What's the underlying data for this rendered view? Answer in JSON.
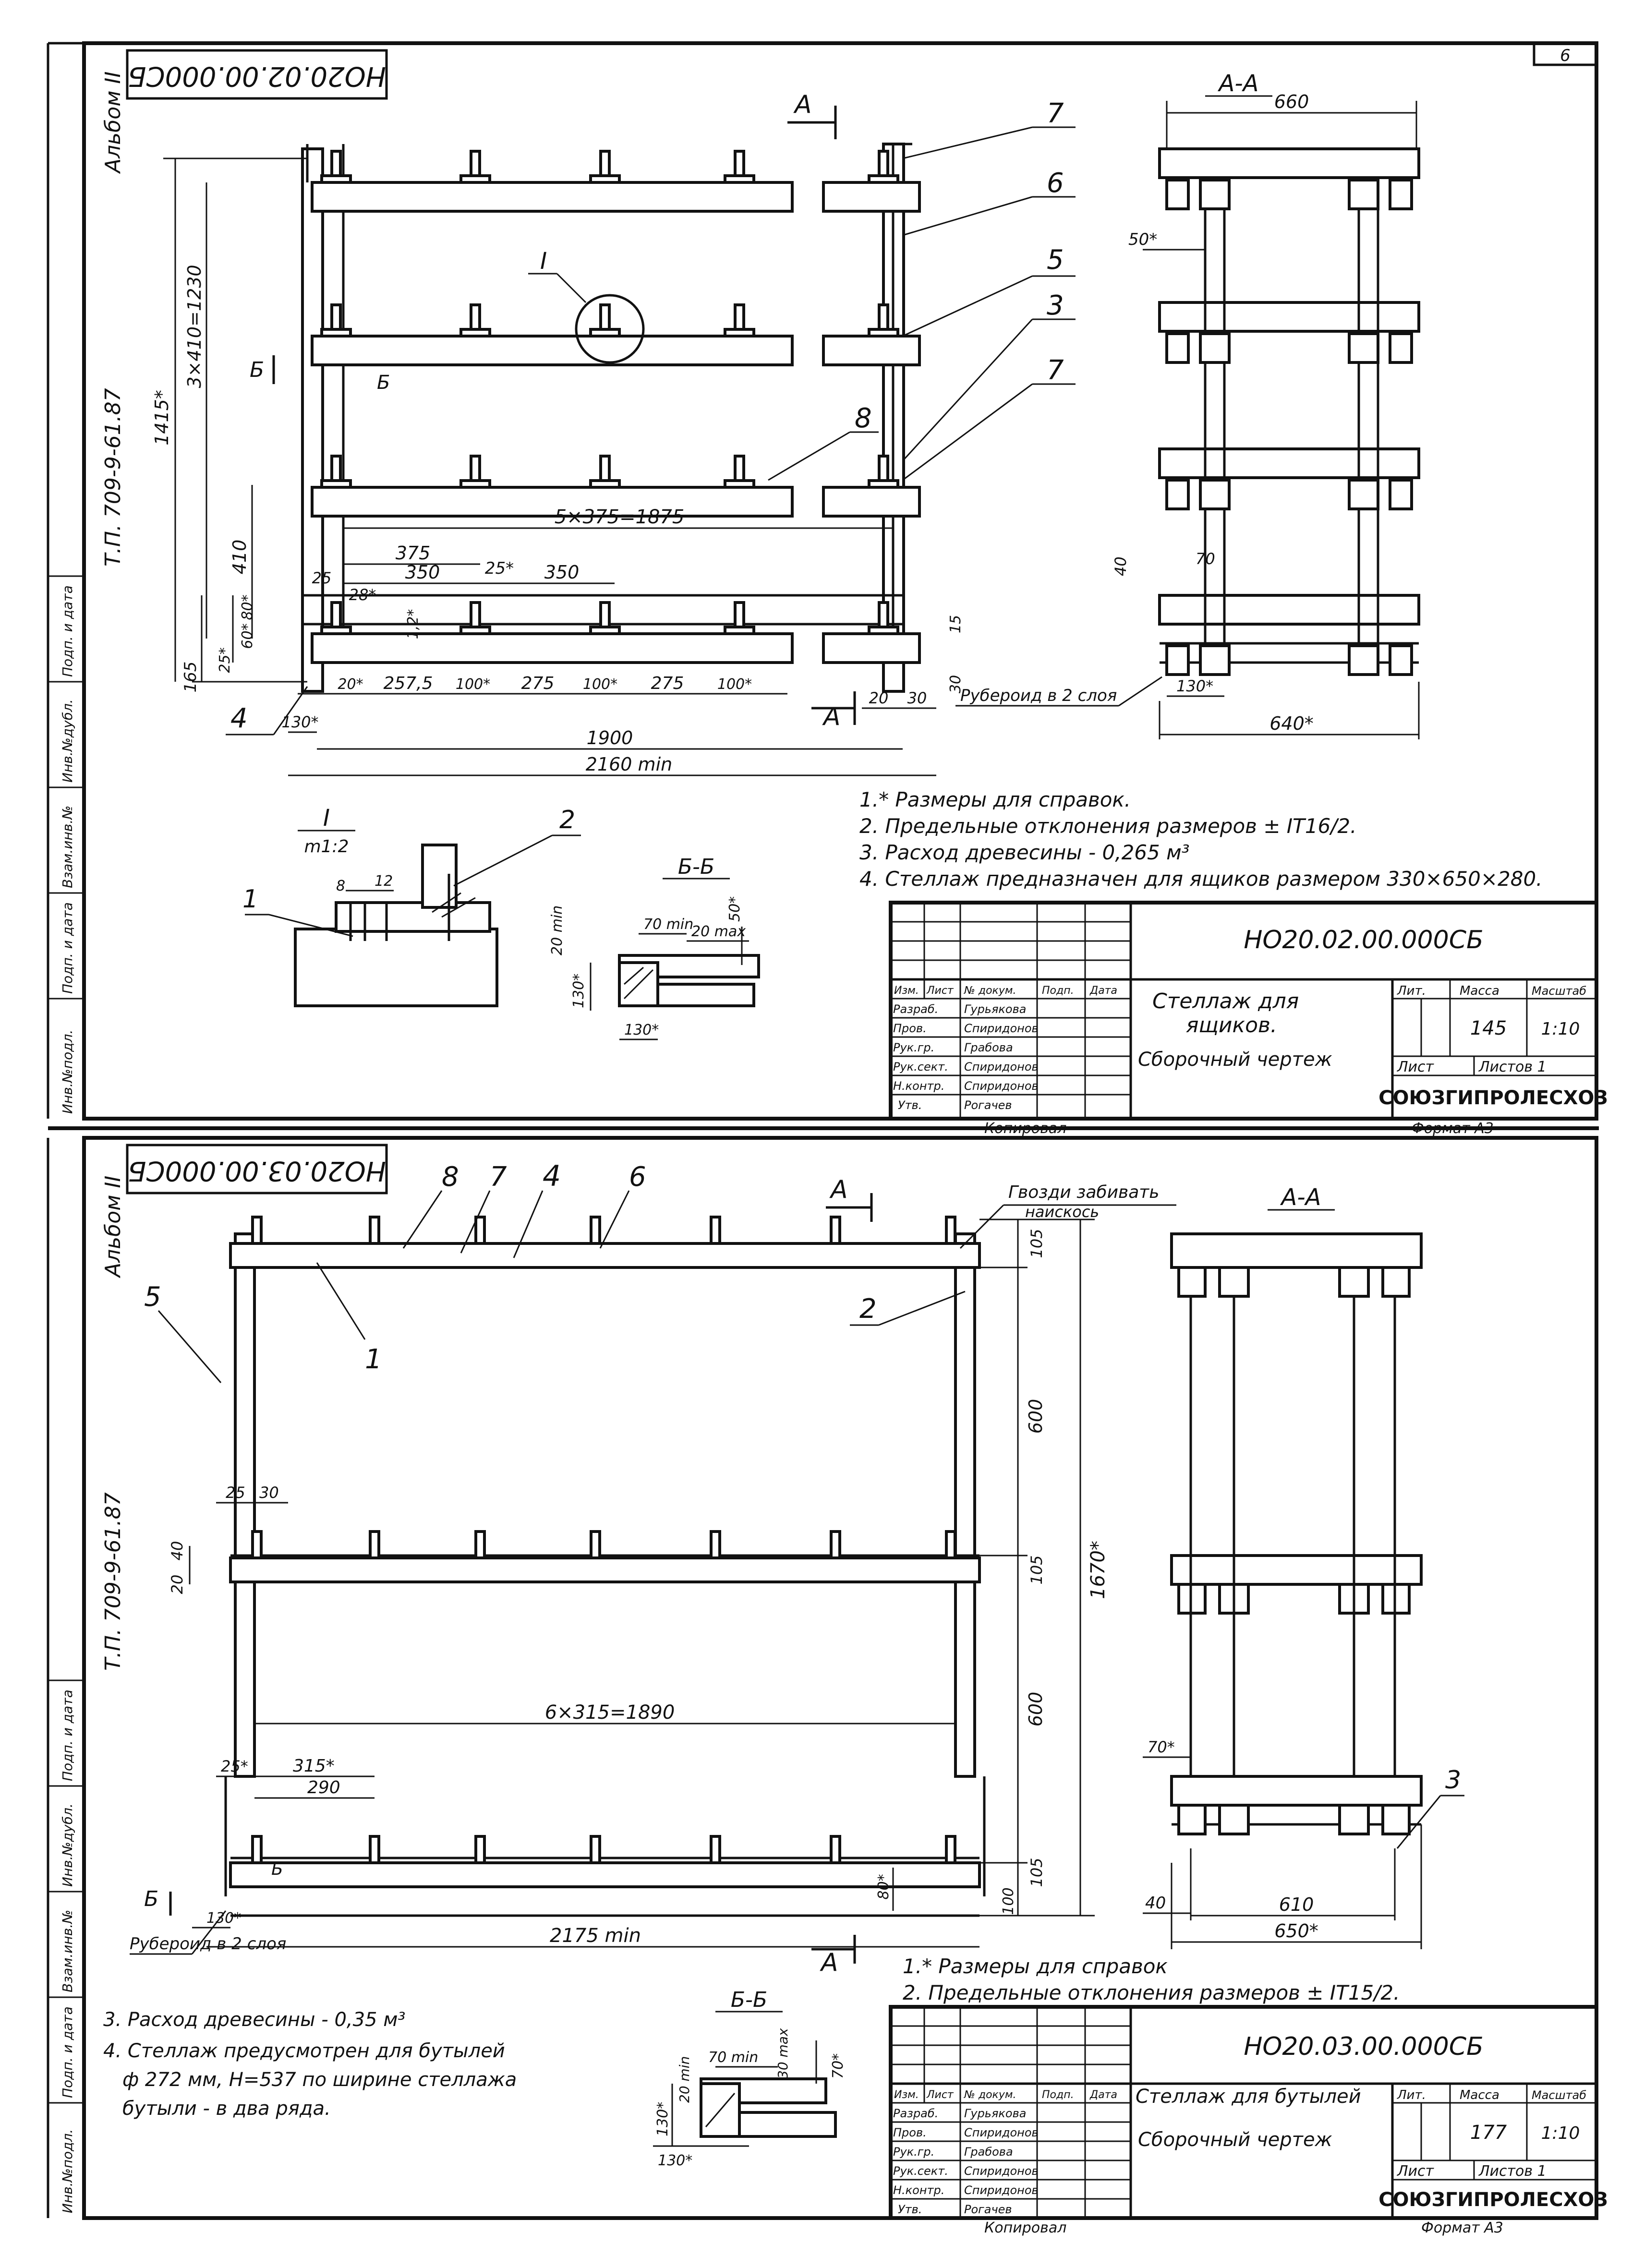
{
  "colors": {
    "ink": "#111111",
    "paper": "#ffffff"
  },
  "sheet": {
    "page_number": "6"
  },
  "top": {
    "doc_code_box": "НО20.02.00.000СБ",
    "album": "Альбом II",
    "tp_code": "Т.П. 709-9-61.87",
    "side_stamp": [
      "Инв.№подл.",
      "Подп. и дата",
      "Взам.инв.№",
      "Инв.№дубл.",
      "Подп. и дата"
    ],
    "section_mark": "А",
    "section_aa": "А-А",
    "section_bb": "Б-Б",
    "callout_i": "I",
    "detail_i": {
      "title": "I",
      "scale": "m1:2"
    },
    "parts": [
      "7",
      "6",
      "5",
      "3",
      "7",
      "8",
      "4"
    ],
    "detail_parts": [
      "1",
      "2"
    ],
    "dims_h": [
      "5×375=1875",
      "375",
      "350",
      "25*",
      "350",
      "25",
      "28*",
      "20*",
      "257,5",
      "100*",
      "275",
      "100*",
      "275",
      "100*",
      "130*",
      "1900",
      "2160 min",
      "20",
      "30"
    ],
    "dims_v": [
      "1415*",
      "3×410=1230",
      "410",
      "165",
      "25*",
      "60*",
      "80*",
      "1,2*",
      "30",
      "15"
    ],
    "dims_aa": [
      "660",
      "50*",
      "40",
      "70",
      "130*",
      "640*"
    ],
    "ruberoid": "Рубероид в 2 слоя",
    "dims_detail": [
      "8",
      "12"
    ],
    "dims_bb": [
      "20 min",
      "70 min",
      "20 max",
      "50*",
      "130*",
      "130*"
    ],
    "notes": [
      "1.* Размеры для справок.",
      "2. Предельные отклонения размеров ± IT16/2.",
      "3. Расход древесины - 0,265 м³",
      "4. Стеллаж предназначен для ящиков размером 330×650×280."
    ],
    "title_block": {
      "code": "НО20.02.00.000СБ",
      "title": [
        "Стеллаж для",
        "ящиков.",
        "Сборочный чертеж"
      ],
      "header": [
        "Изм.",
        "Лист",
        "№ докум.",
        "Подп.",
        "Дата"
      ],
      "roles": [
        "Разраб.",
        "Пров.",
        "Рук.гр.",
        "Рук.сект.",
        "Н.контр.",
        "Утв."
      ],
      "names": [
        "Гурьякова",
        "Спиридонов",
        "Грабова",
        "Спиридонов",
        "Спиридонов",
        "Рогачев"
      ],
      "lit": "Лит.",
      "mass_label": "Масса",
      "scale_label": "Масштаб",
      "mass": "145",
      "scale": "1:10",
      "sheet": "Лист",
      "sheets": "Листов 1",
      "org": "СОЮЗГИПРОЛЕСХОЗ"
    },
    "copied": "Копировал",
    "format": "Формат А3"
  },
  "bottom": {
    "doc_code_box": "НО20.03.00.000СБ",
    "album": "Альбом II",
    "tp_code": "Т.П. 709-9-61.87",
    "side_stamp": [
      "Инв.№подл.",
      "Подп. и дата",
      "Взам.инв.№",
      "Инв.№дубл.",
      "Подп. и дата"
    ],
    "section_mark": "А",
    "section_aa": "А-А",
    "section_bb": "Б-Б",
    "nail_note": [
      "Гвозди забивать",
      "наискось"
    ],
    "parts": [
      "8",
      "7",
      "4",
      "6",
      "5",
      "1",
      "2",
      "3"
    ],
    "dims_v": [
      "105",
      "600",
      "105",
      "600",
      "80*",
      "105",
      "100",
      "1670*",
      "40",
      "20"
    ],
    "dims_h": [
      "25",
      "30",
      "6×315=1890",
      "25*",
      "315*",
      "290",
      "130*",
      "2175 min"
    ],
    "dims_aa": [
      "70*",
      "40",
      "610",
      "650*"
    ],
    "ruberoid": "Рубероид в 2 слоя",
    "dims_bb": [
      "70 min",
      "30 max",
      "70*",
      "20 min",
      "130*",
      "130*"
    ],
    "notes_right": [
      "1.* Размеры для справок",
      "2. Предельные отклонения размеров ± IT15/2."
    ],
    "notes_left": [
      "3. Расход древесины - 0,35 м³",
      "4. Стеллаж предусмотрен для бутылей",
      "ф 272 мм, Н=537 по ширине стеллажа",
      "бутыли - в два ряда."
    ],
    "title_block": {
      "code": "НО20.03.00.000СБ",
      "title": [
        "Стеллаж для бутылей",
        "Сборочный чертеж"
      ],
      "header": [
        "Изм.",
        "Лист",
        "№ докум.",
        "Подп.",
        "Дата"
      ],
      "roles": [
        "Разраб.",
        "Пров.",
        "Рук.гр.",
        "Рук.сект.",
        "Н.контр.",
        "Утв."
      ],
      "names": [
        "Гурьякова",
        "Спиридонов",
        "Грабова",
        "Спиридонов",
        "Спиридонов",
        "Рогачев"
      ],
      "lit": "Лит.",
      "mass_label": "Масса",
      "scale_label": "Масштаб",
      "mass": "177",
      "scale": "1:10",
      "sheet": "Лист",
      "sheets": "Листов 1",
      "org": "СОЮЗГИПРОЛЕСХОЗ"
    },
    "copied": "Копировал",
    "format": "Формат А3"
  }
}
